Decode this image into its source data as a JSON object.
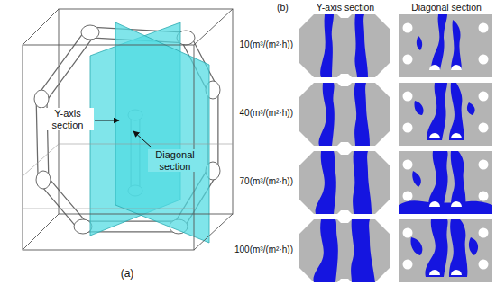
{
  "diagram": {
    "labels": [
      "Y-axis section",
      "Diagonal section",
      "(a)",
      "Y-axis section",
      "Diagonal section",
      "10(m³/(m²·h))",
      "40(m³/(m²·h))",
      "70(m³/(m²·h))",
      "100(m³/(m²·h))",
      "(b)"
    ]
  }
}
